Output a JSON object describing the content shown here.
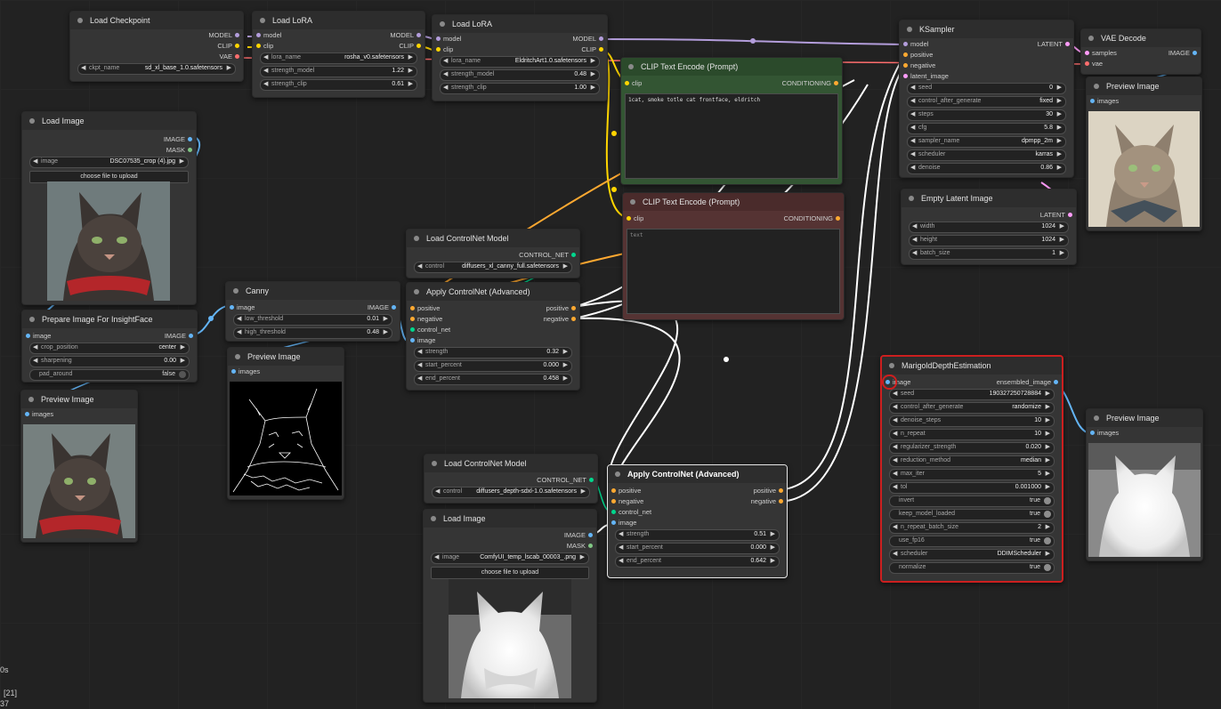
{
  "colors": {
    "model": "#b39ddb",
    "clip": "#ffd500",
    "vae": "#ff6e6e",
    "image": "#64b5f6",
    "mask": "#81c784",
    "conditioning": "#ffa931",
    "latent": "#ff9cf9",
    "control_net": "#00d78d"
  },
  "nodes": {
    "load_checkpoint": {
      "title": "Load Checkpoint",
      "outputs": [
        "MODEL",
        "CLIP",
        "VAE"
      ],
      "ckpt_label": "ckpt_name",
      "ckpt_value": "sd_xl_base_1.0.safetensors"
    },
    "lora1": {
      "title": "Load LoRA",
      "inputs": [
        "model",
        "clip"
      ],
      "outputs": [
        "MODEL",
        "CLIP"
      ],
      "widgets": [
        {
          "label": "lora_name",
          "value": "rosha_v0.safetensors"
        },
        {
          "label": "strength_model",
          "value": "1.22"
        },
        {
          "label": "strength_clip",
          "value": "0.61"
        }
      ]
    },
    "lora2": {
      "title": "Load LoRA",
      "inputs": [
        "model",
        "clip"
      ],
      "outputs": [
        "MODEL",
        "CLIP"
      ],
      "widgets": [
        {
          "label": "lora_name",
          "value": "EldritchArt1.0.safetensors"
        },
        {
          "label": "strength_model",
          "value": "0.48"
        },
        {
          "label": "strength_clip",
          "value": "1.00"
        }
      ]
    },
    "clip_pos": {
      "title": "CLIP Text Encode (Prompt)",
      "input": "clip",
      "output": "CONDITIONING",
      "text": "1cat, smoke totle cat frontface, eldritch"
    },
    "clip_neg": {
      "title": "CLIP Text Encode (Prompt)",
      "input": "clip",
      "output": "CONDITIONING",
      "text": "text"
    },
    "ksampler": {
      "title": "KSampler",
      "inputs": [
        "model",
        "positive",
        "negative",
        "latent_image"
      ],
      "output": "LATENT",
      "widgets": [
        {
          "label": "seed",
          "value": "0"
        },
        {
          "label": "control_after_generate",
          "value": "fixed"
        },
        {
          "label": "steps",
          "value": "30"
        },
        {
          "label": "cfg",
          "value": "5.8"
        },
        {
          "label": "sampler_name",
          "value": "dpmpp_2m"
        },
        {
          "label": "scheduler",
          "value": "karras"
        },
        {
          "label": "denoise",
          "value": "0.86"
        }
      ]
    },
    "vae_decode": {
      "title": "VAE Decode",
      "inputs": [
        "samples",
        "vae"
      ],
      "output": "IMAGE"
    },
    "preview_top": {
      "title": "Preview Image",
      "input": "images"
    },
    "empty_latent": {
      "title": "Empty Latent Image",
      "output": "LATENT",
      "widgets": [
        {
          "label": "width",
          "value": "1024"
        },
        {
          "label": "height",
          "value": "1024"
        },
        {
          "label": "batch_size",
          "value": "1"
        }
      ]
    },
    "load_image1": {
      "title": "Load Image",
      "outputs": [
        "IMAGE",
        "MASK"
      ],
      "image_label": "image",
      "image_value": "DSC07535_crop (4).jpg",
      "upload": "choose file to upload"
    },
    "prepare": {
      "title": "Prepare Image For InsightFace",
      "input": "image",
      "output": "IMAGE",
      "widgets": [
        {
          "label": "crop_position",
          "value": "center"
        },
        {
          "label": "sharpening",
          "value": "0.00"
        }
      ],
      "toggle": {
        "label": "pad_around",
        "value": "false"
      }
    },
    "preview_left": {
      "title": "Preview Image",
      "input": "images"
    },
    "canny": {
      "title": "Canny",
      "input": "image",
      "output": "IMAGE",
      "widgets": [
        {
          "label": "low_threshold",
          "value": "0.01"
        },
        {
          "label": "high_threshold",
          "value": "0.48"
        }
      ]
    },
    "preview_canny": {
      "title": "Preview Image",
      "input": "images"
    },
    "cn_loader1": {
      "title": "Load ControlNet Model",
      "output": "CONTROL_NET",
      "label": "control",
      "value": "diffusers_xl_canny_full.safetensors"
    },
    "apply_cn1": {
      "title": "Apply ControlNet (Advanced)",
      "inputs": [
        "positive",
        "negative",
        "control_net",
        "image"
      ],
      "outputs": [
        "positive",
        "negative"
      ],
      "widgets": [
        {
          "label": "strength",
          "value": "0.32"
        },
        {
          "label": "start_percent",
          "value": "0.000"
        },
        {
          "label": "end_percent",
          "value": "0.458"
        }
      ]
    },
    "cn_loader2": {
      "title": "Load ControlNet Model",
      "output": "CONTROL_NET",
      "label": "control",
      "value": "diffusers_depth-sdxl-1.0.safetensors"
    },
    "load_image2": {
      "title": "Load Image",
      "outputs": [
        "IMAGE",
        "MASK"
      ],
      "image_label": "image",
      "image_value": "ComfyUI_temp_lscab_00003_.png",
      "upload": "choose file to upload"
    },
    "apply_cn2": {
      "title": "Apply ControlNet (Advanced)",
      "inputs": [
        "positive",
        "negative",
        "control_net",
        "image"
      ],
      "outputs": [
        "positive",
        "negative"
      ],
      "widgets": [
        {
          "label": "strength",
          "value": "0.51"
        },
        {
          "label": "start_percent",
          "value": "0.000"
        },
        {
          "label": "end_percent",
          "value": "0.642"
        }
      ]
    },
    "marigold": {
      "title": "MarigoldDepthEstimation",
      "input": "image",
      "output": "ensembled_image",
      "widgets": [
        {
          "label": "seed",
          "value": "190327250728884"
        },
        {
          "label": "control_after_generate",
          "value": "randomize"
        },
        {
          "label": "denoise_steps",
          "value": "10"
        },
        {
          "label": "n_repeat",
          "value": "10"
        },
        {
          "label": "regularizer_strength",
          "value": "0.020"
        },
        {
          "label": "reduction_method",
          "value": "median"
        },
        {
          "label": "max_iter",
          "value": "5"
        },
        {
          "label": "tol",
          "value": "0.001000"
        }
      ],
      "toggles1": [
        {
          "label": "invert",
          "value": "true"
        },
        {
          "label": "keep_model_loaded",
          "value": "true"
        }
      ],
      "widgets2": [
        {
          "label": "n_repeat_batch_size",
          "value": "2"
        }
      ],
      "toggles2": [
        {
          "label": "use_fp16",
          "value": "true"
        }
      ],
      "widgets3": [
        {
          "label": "scheduler",
          "value": "DDIMScheduler"
        }
      ],
      "toggles3": [
        {
          "label": "normalize",
          "value": "true"
        }
      ]
    },
    "preview_depth": {
      "title": "Preview Image",
      "input": "images"
    }
  },
  "status": {
    "time": "0s",
    "queue": "[21]",
    "count": "37"
  }
}
